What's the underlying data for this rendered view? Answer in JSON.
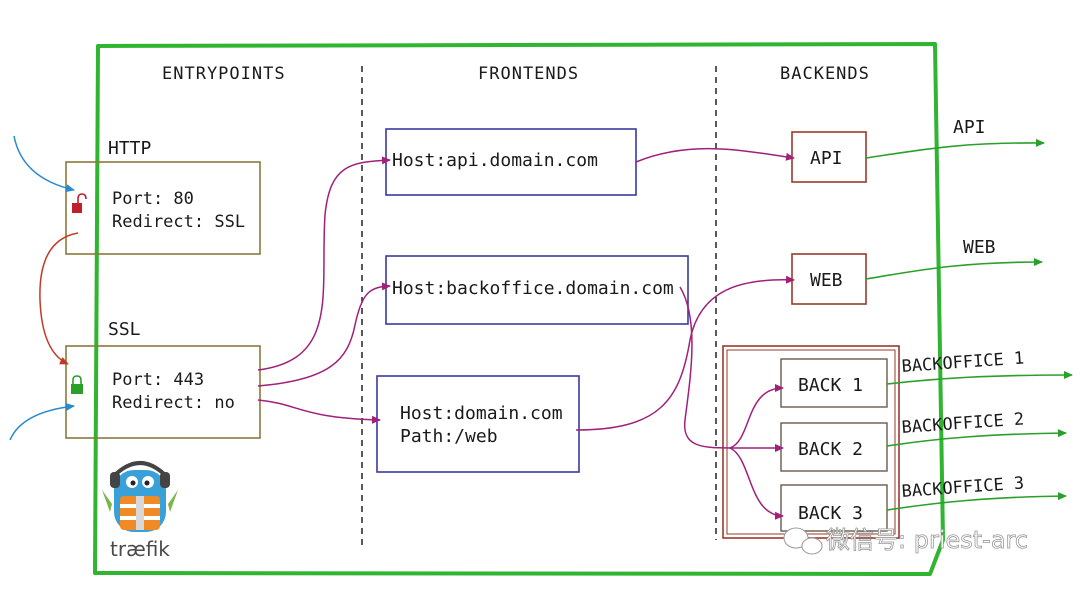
{
  "sections": {
    "entrypoints": "ENTRYPOINTS",
    "frontends": "FRONTENDS",
    "backends": "BACKENDS"
  },
  "entrypoints": {
    "http": {
      "title": "HTTP",
      "port": "Port: 80",
      "redirect": "Redirect: SSL"
    },
    "ssl": {
      "title": "SSL",
      "port": "Port: 443",
      "redirect": "Redirect: no"
    }
  },
  "frontends": {
    "api": "Host:api.domain.com",
    "backoffice": "Host:backoffice.domain.com",
    "web_host": "Host:domain.com",
    "web_path": "Path:/web"
  },
  "backends": {
    "api": "API",
    "web": "WEB",
    "back1": "BACK 1",
    "back2": "BACK 2",
    "back3": "BACK 3"
  },
  "outputs": {
    "api": "API",
    "web": "WEB",
    "backoffice1": "BACKOFFICE 1",
    "backoffice2": "BACKOFFICE 2",
    "backoffice3": "BACKOFFICE 3"
  },
  "logo": {
    "text": "træfik"
  },
  "watermark": {
    "text": "微信号: priest-arc"
  },
  "colors": {
    "frame": "#2fb52f",
    "entry_box": "#8a7a3a",
    "frontend_box": "#3a3aa0",
    "backend_box": "#9a3a2a",
    "route_arrow": "#a0207a",
    "output_arrow": "#2aa02a",
    "incoming_arrow": "#2a8ad0",
    "redirect_arrow": "#c03a2a"
  }
}
